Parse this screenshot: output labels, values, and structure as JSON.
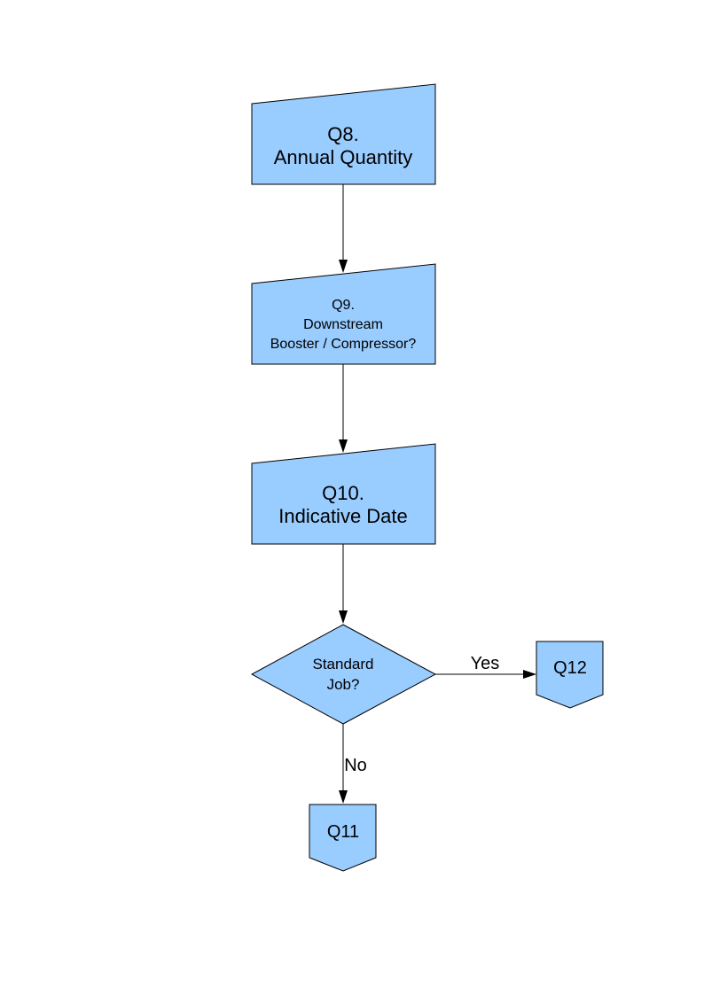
{
  "diagram": {
    "nodes": {
      "q8": {
        "line1": "Q8.",
        "line2": "Annual Quantity"
      },
      "q9": {
        "line1": "Q9.",
        "line2": "Downstream",
        "line3": "Booster / Compressor?"
      },
      "q10": {
        "line1": "Q10.",
        "line2": "Indicative Date"
      },
      "decision": {
        "line1": "Standard",
        "line2": "Job?"
      },
      "q12": {
        "label": "Q12"
      },
      "q11": {
        "label": "Q11"
      }
    },
    "edges": {
      "yes_label": "Yes",
      "no_label": "No"
    }
  },
  "colors": {
    "shape_fill": "#99ccff",
    "stroke": "#000000"
  }
}
